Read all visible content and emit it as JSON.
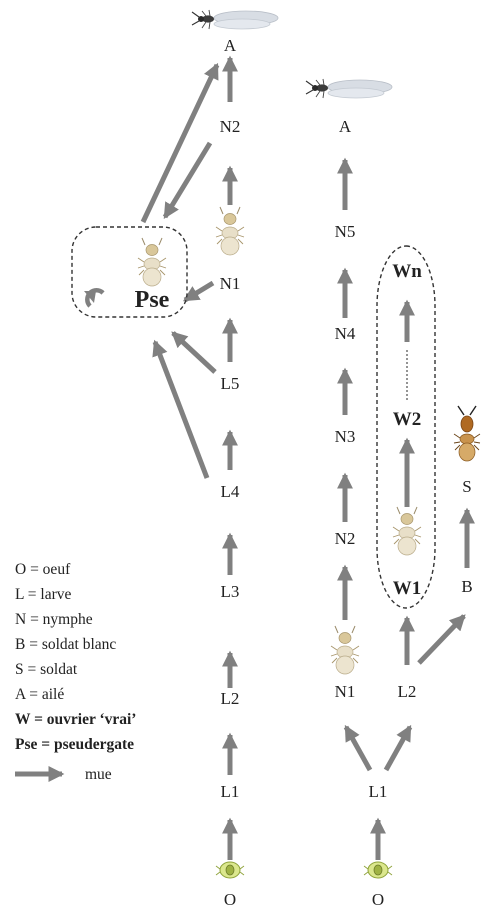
{
  "colors": {
    "arrow": "#808080",
    "dashed_border": "#333333",
    "text": "#222222",
    "winged_body": "#d8dde4",
    "larva_body": "#e6dcc4",
    "soldier_body": "#b9803a",
    "egg": "#c7d66a"
  },
  "left_line": {
    "nodes": {
      "A": "A",
      "N2": "N2",
      "N1": "N1",
      "L5": "L5",
      "L4": "L4",
      "L3": "L3",
      "L2": "L2",
      "L1": "L1",
      "O": "O"
    },
    "pseudergate_label": "Pse"
  },
  "right_line": {
    "nodes": {
      "A": "A",
      "N5": "N5",
      "N4": "N4",
      "N3": "N3",
      "N2": "N2",
      "N1": "N1",
      "L2": "L2",
      "L1": "L1",
      "O": "O"
    },
    "workers": {
      "Wn": "Wn",
      "W2": "W2",
      "W1": "W1"
    },
    "soldier": {
      "S": "S",
      "B": "B"
    }
  },
  "legend": {
    "items": [
      "O = oeuf",
      "L = larve",
      "N = nymphe",
      "B = soldat blanc",
      "S = soldat",
      "A = ailé",
      "W = ouvrier ‘vrai’",
      "Pse = pseudergate"
    ],
    "arrow_label": "mue"
  },
  "icons": [
    "winged-adult-icon",
    "larva-icon",
    "soldier-icon",
    "egg-icon",
    "cycle-icon"
  ]
}
